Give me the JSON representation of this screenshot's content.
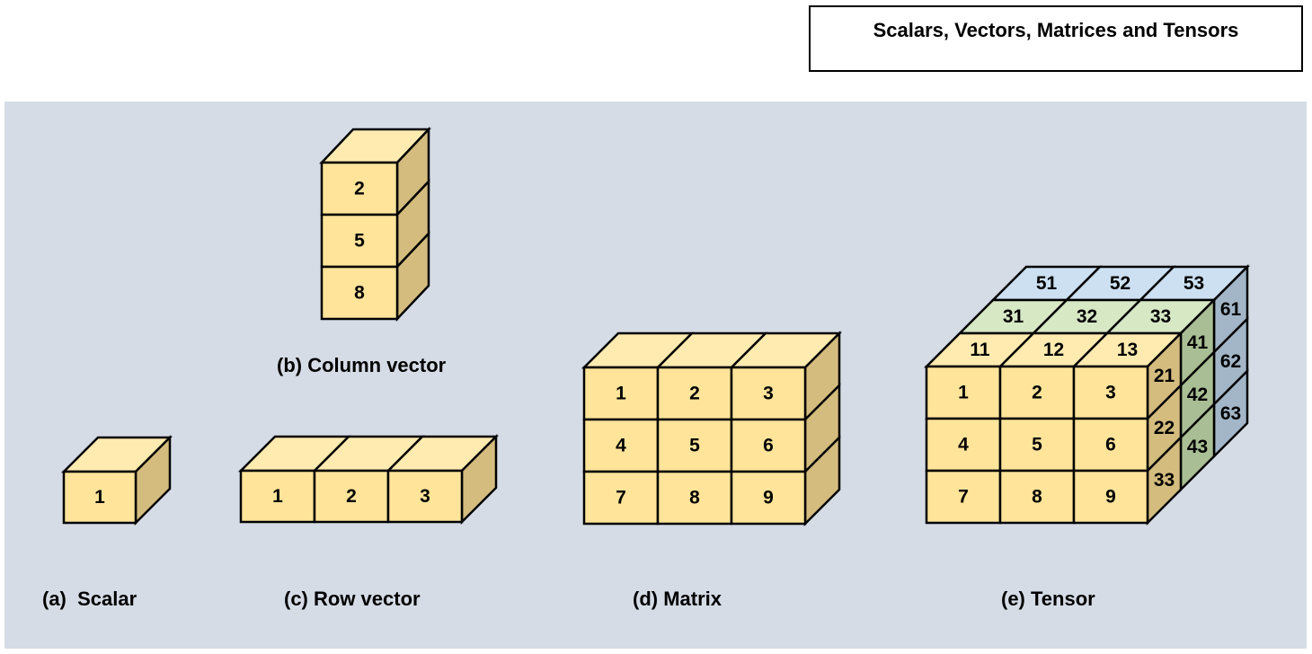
{
  "title": "Scalars, Vectors, Matrices and Tensors",
  "colors": {
    "background_panel": "#d6dce6",
    "front_face": "#ffe49a",
    "top_face": "#ffebb0",
    "side_face": "#d4bc7e",
    "layer2_top": "#d6e8c4",
    "layer2_side": "#a9be94",
    "layer3_top": "#cce0f2",
    "layer3_side": "#a3b6c8",
    "stroke": "#000000"
  },
  "figures": [
    {
      "id": "scalar",
      "caption": "(a)  Scalar",
      "rows": 1,
      "cols": 1,
      "front": [
        [
          "1"
        ]
      ]
    },
    {
      "id": "column-vector",
      "caption": "(b) Column vector",
      "rows": 3,
      "cols": 1,
      "front": [
        [
          "2"
        ],
        [
          "5"
        ],
        [
          "8"
        ]
      ]
    },
    {
      "id": "row-vector",
      "caption": "(c) Row vector",
      "rows": 1,
      "cols": 3,
      "front": [
        [
          "1",
          "2",
          "3"
        ]
      ]
    },
    {
      "id": "matrix",
      "caption": "(d) Matrix",
      "rows": 3,
      "cols": 3,
      "front": [
        [
          "1",
          "2",
          "3"
        ],
        [
          "4",
          "5",
          "6"
        ],
        [
          "7",
          "8",
          "9"
        ]
      ]
    },
    {
      "id": "tensor",
      "caption": "(e) Tensor",
      "rows": 3,
      "cols": 3,
      "front": [
        [
          "1",
          "2",
          "3"
        ],
        [
          "4",
          "5",
          "6"
        ],
        [
          "7",
          "8",
          "9"
        ]
      ],
      "layers": [
        {
          "top": [
            "11",
            "12",
            "13"
          ],
          "side": [
            "21",
            "22",
            "33"
          ]
        },
        {
          "top": [
            "31",
            "32",
            "33"
          ],
          "side": [
            "41",
            "42",
            "43"
          ]
        },
        {
          "top": [
            "51",
            "52",
            "53"
          ],
          "side": [
            "61",
            "62",
            "63"
          ]
        }
      ]
    }
  ]
}
